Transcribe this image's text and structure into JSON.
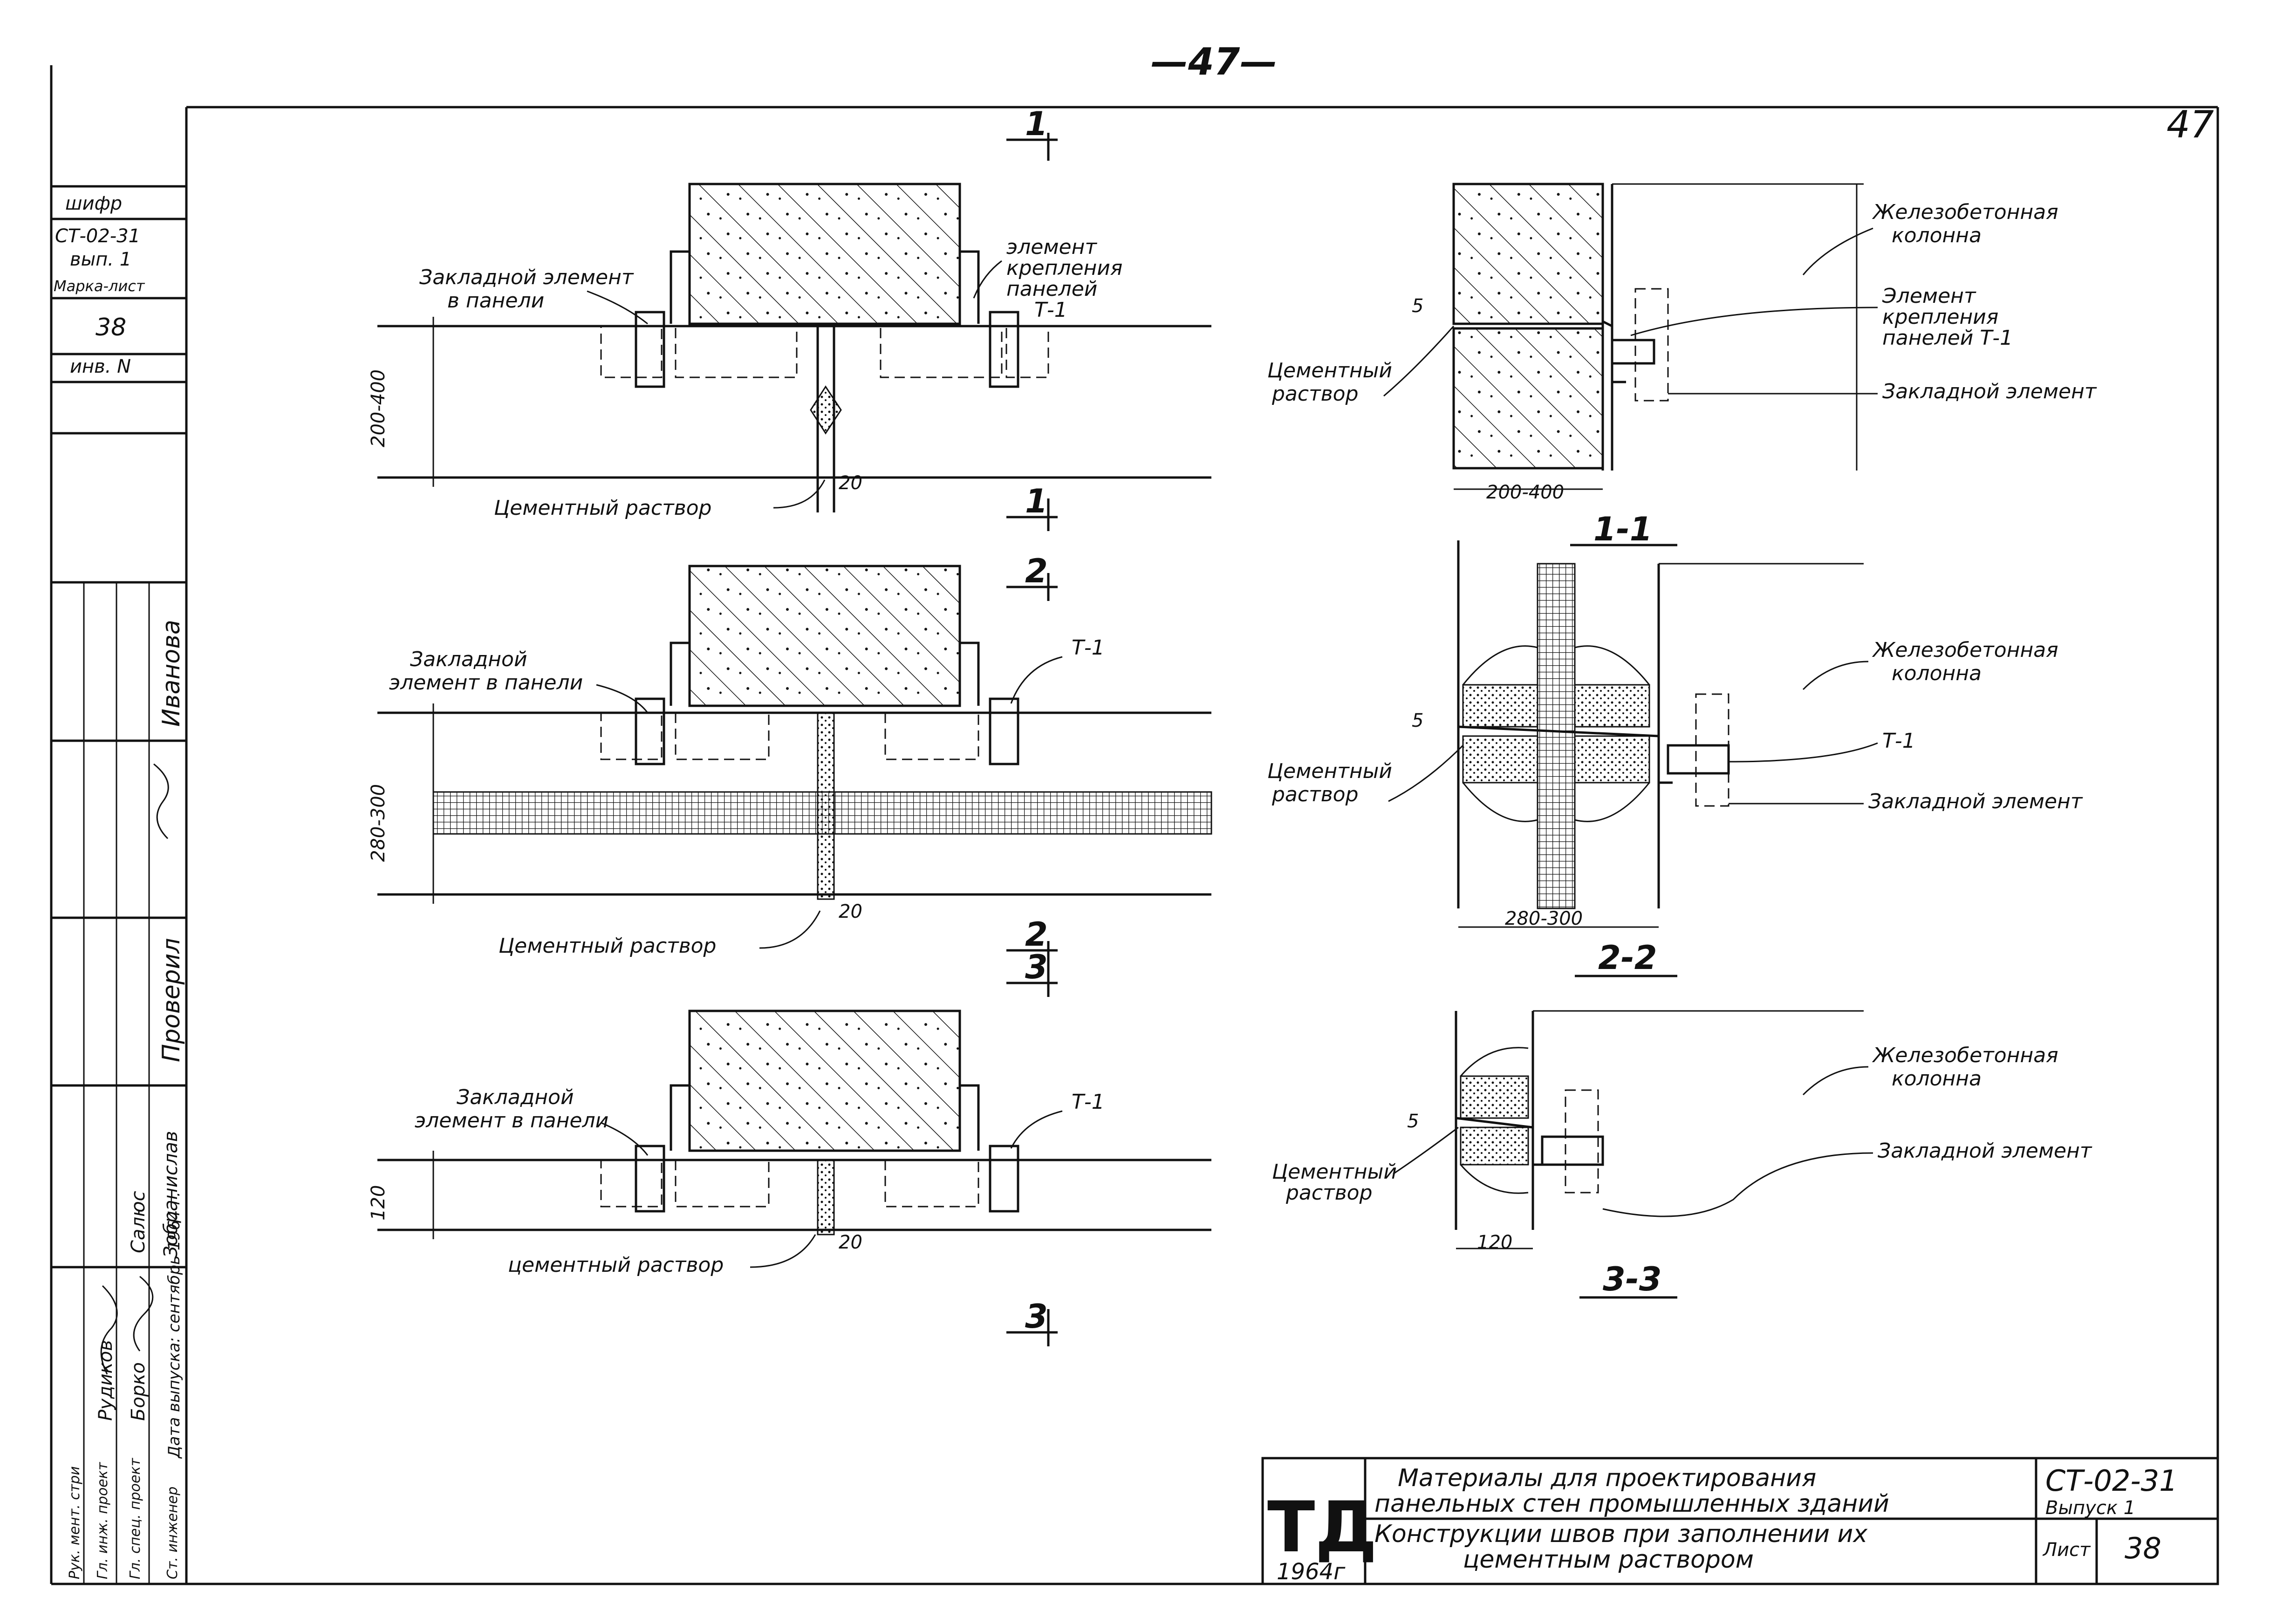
{
  "page_number": "—47—",
  "corner_number": "47",
  "left_stamp": {
    "cipher_label": "шифр",
    "series": "СТ-02-31",
    "issue": "вып. 1",
    "mark_sheet_label": "Марка-лист",
    "mark_sheet": "38",
    "inv_label": "инв. N",
    "names": [
      "Иванова",
      "Проверил",
      "Зобранислав",
      "Салюс",
      "Борко",
      "Рудиков"
    ],
    "roles": [
      "Рук. мент. стри",
      "Гл. инж. проект",
      "Гл. спец. проект",
      "Ст. инженер"
    ],
    "release_date": "Дата выпуска: сентябрь 1964 г."
  },
  "section_markers": {
    "m1_top": "1",
    "m1_bottom": "1",
    "m2_top": "2",
    "m2_bottom": "2",
    "m3_top": "3",
    "m3_bottom": "3"
  },
  "detail1": {
    "embedded_label": [
      "Закладной элемент",
      "в панели"
    ],
    "fastening_label": [
      "элемент",
      "крепления",
      "панелей",
      "Т-1"
    ],
    "mortar_label": "Цементный раствор",
    "dim_height": "200-400",
    "dim_joint": "20"
  },
  "detail2": {
    "embedded_label": [
      "Закладной",
      "элемент в панели"
    ],
    "t1_label": "Т-1",
    "mortar_label": "Цементный раствор",
    "dim_height": "280-300",
    "dim_joint": "20"
  },
  "detail3": {
    "embedded_label": [
      "Закладной",
      "элемент в панели"
    ],
    "t1_label": "Т-1",
    "mortar_label": "цементный раствор",
    "dim_height": "120",
    "dim_joint": "20"
  },
  "section11": {
    "title": "1-1",
    "column_label": [
      "Железобетонная",
      "колонна"
    ],
    "fastening_label": [
      "Элемент",
      "крепления",
      "панелей Т-1"
    ],
    "embedded_label": "Закладной элемент",
    "mortar_label": [
      "Цементный",
      "раствор"
    ],
    "dim_width": "200-400",
    "dim_gap": "5"
  },
  "section22": {
    "title": "2-2",
    "column_label": [
      "Железобетонная",
      "колонна"
    ],
    "t1_label": "Т-1",
    "embedded_label": "Закладной элемент",
    "mortar_label": [
      "Цементный",
      "раствор"
    ],
    "dim_width": "280-300",
    "dim_gap": "5"
  },
  "section33": {
    "title": "3-3",
    "column_label": [
      "Железобетонная",
      "колонна"
    ],
    "embedded_label": "Закладной элемент",
    "mortar_label": [
      "Цементный",
      "раствор"
    ],
    "dim_width": "120",
    "dim_gap": "5"
  },
  "title_block": {
    "logo": "ТД",
    "logo_year": "1964г",
    "line1": "Материалы для проектирования",
    "line2": "панельных стен промышленных зданий",
    "line3": "Конструкции швов при заполнении их",
    "line4": "цементным раствором",
    "series": "СТ-02-31",
    "issue": "Выпуск 1",
    "sheet_label": "Лист",
    "sheet_number": "38"
  }
}
